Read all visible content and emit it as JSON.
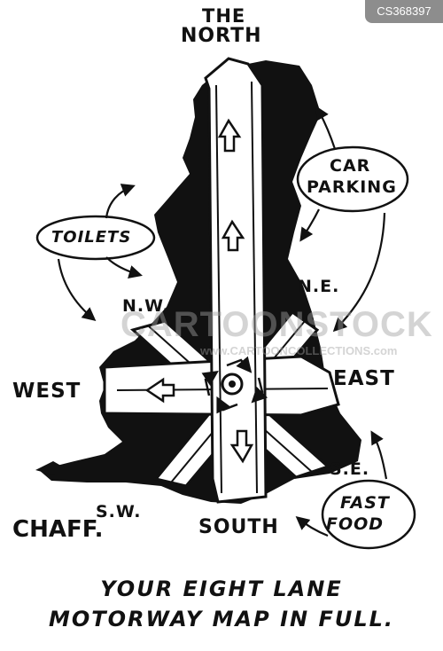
{
  "catalog_id": "CS368397",
  "labels": {
    "north_line1": "THE",
    "north_line2": "NORTH",
    "car_parking_line1": "CAR",
    "car_parking_line2": "PARKING",
    "toilets": "TOILETS",
    "nw": "N.W.",
    "ne": "N.E.",
    "west": "WEST",
    "east": "EAST",
    "se": "S.E.",
    "sw": "S.W.",
    "south": "SOUTH",
    "fast_food_line1": "FAST",
    "fast_food_line2": "FOOD",
    "signature": "CHAFF."
  },
  "watermark": {
    "main": "CARTOONSTOCK",
    "sub": "www.CARTOONCOLLECTIONS.com"
  },
  "caption": {
    "line1": "YOUR EIGHT LANE",
    "line2": "MOTORWAY MAP IN FULL."
  },
  "colors": {
    "ink": "#111111",
    "paper": "#ffffff",
    "tag_bg": "#8d8d8d"
  }
}
